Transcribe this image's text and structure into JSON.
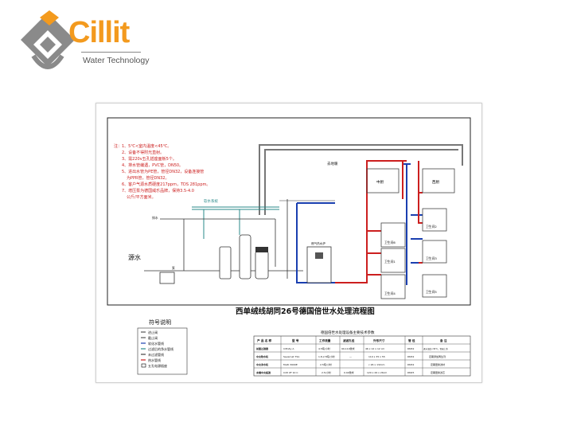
{
  "brand": {
    "name": "Cillit",
    "tagline": "Water Technology"
  },
  "diagram": {
    "title": "西单绒线胡同26号德国倍世水处理流程图",
    "source_label": "源水",
    "notes": [
      "注：1、5℃<室内温度<45℃。",
      "2、设备不得附光直射。",
      "3、需220v五孔插座面板5个。",
      "4、排水管编遇，PVC管，DN50。",
      "5、进出水管为PE管，管径DN32，设备连接管",
      "为PPR管，管径DN32。",
      "6、客户气源水质硬度217ppm，TDS 281ppm。",
      "7、增压泵为德国威乐品牌，保持3.5-4.0",
      "公斤/平方面米。"
    ],
    "labels": {
      "soft_water": "软水系统",
      "heating": "去地暖",
      "kitchen": "中厨",
      "western_kitchen": "西厨",
      "bath1": "卫生间1",
      "bath2": "卫生间2",
      "bath3": "卫生间3",
      "bath4": "卫生间4",
      "bath5": "卫生间5",
      "bath6": "卫生间6",
      "drain": "排水",
      "heater": "燃气热水炉",
      "pump": "泵"
    }
  },
  "legend": {
    "title": "符号说明",
    "items": [
      "进止阀",
      "截止阀",
      "软化水管线",
      "过滤后的净水管线",
      "未过滤管线",
      "热水管线",
      "五孔电源插座"
    ],
    "colors": [
      "#000000",
      "#000000",
      "#1a3fb0",
      "#2a8a8a",
      "#444444",
      "#cc1f1f",
      "#000000"
    ]
  },
  "spec_table": {
    "title": "德国倍世水处理设备主要技术参数",
    "headers": [
      "产 品 名 称",
      "型 号",
      "工作流量",
      "滤滤孔径",
      "外形尺寸",
      "管 径",
      "备 注"
    ],
    "rows": [
      [
        "前置过滤器",
        "Infinity A",
        "4.5吨/小时",
        "90-110微米",
        "46 x 12 x 12 cm",
        "DN32",
        "进水温度<30℃，需缩上游"
      ],
      [
        "中央软水机",
        "Severnet 75A",
        "1.8-2.5吨/小时",
        "—",
        "110 x 35 x 55",
        "DN32",
        "定期添加再生剂"
      ],
      [
        "中央净水机",
        "Multi 3000E",
        "2.5吨/小时",
        "",
        "c 26 x 132cm",
        "DN32",
        "定期更换滤材"
      ],
      [
        "末端中央超滤",
        "Cillt UF 10 C",
        "2.5/小时",
        "0.02微米",
        "120 x 26 x 26cm",
        "DN25",
        "定期更换滤芯"
      ]
    ]
  }
}
